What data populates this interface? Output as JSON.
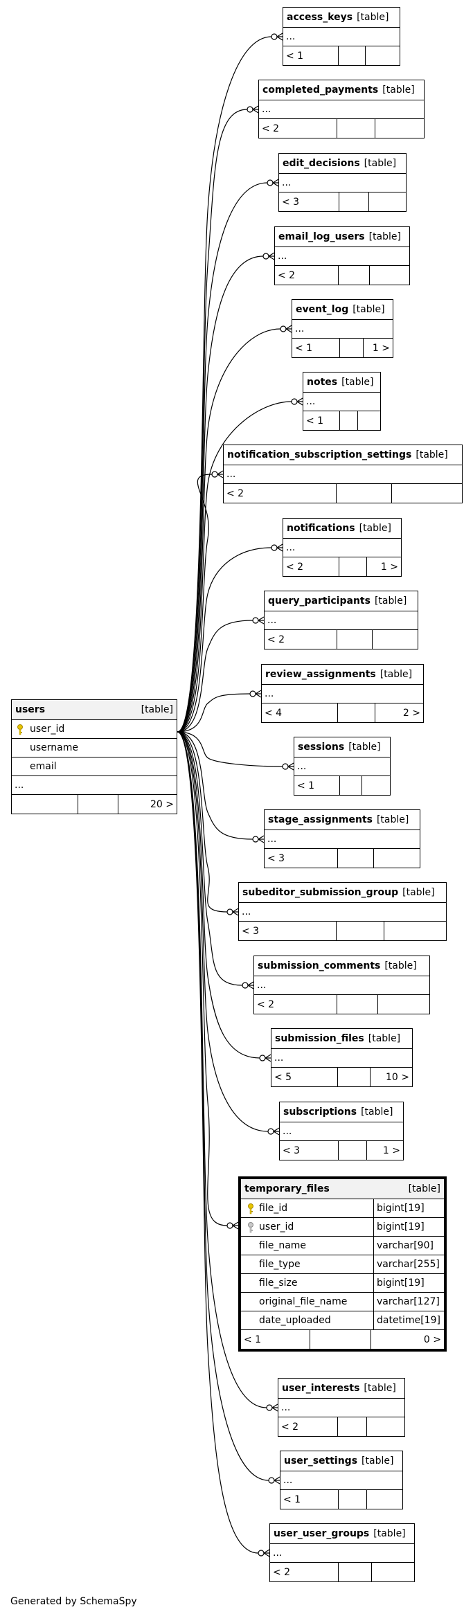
{
  "footer_text": "Generated by SchemaSpy",
  "users": {
    "name": "users",
    "kind": "[table]",
    "columns": [
      "user_id",
      "username",
      "email"
    ],
    "ellipsis": "...",
    "parents": "",
    "children": "20 >"
  },
  "temporary_files": {
    "name": "temporary_files",
    "kind": "[table]",
    "columns": [
      {
        "name": "file_id",
        "type": "bigint[19]",
        "key": "primary"
      },
      {
        "name": "user_id",
        "type": "bigint[19]",
        "key": "foreign"
      },
      {
        "name": "file_name",
        "type": "varchar[90]",
        "key": ""
      },
      {
        "name": "file_type",
        "type": "varchar[255]",
        "key": ""
      },
      {
        "name": "file_size",
        "type": "bigint[19]",
        "key": ""
      },
      {
        "name": "original_file_name",
        "type": "varchar[127]",
        "key": ""
      },
      {
        "name": "date_uploaded",
        "type": "datetime[19]",
        "key": ""
      }
    ],
    "parents": "< 1",
    "children": "0 >"
  },
  "tables": [
    {
      "name": "access_keys",
      "kind": "[table]",
      "ellipsis": "...",
      "parents": "< 1",
      "children": ""
    },
    {
      "name": "completed_payments",
      "kind": "[table]",
      "ellipsis": "...",
      "parents": "< 2",
      "children": ""
    },
    {
      "name": "edit_decisions",
      "kind": "[table]",
      "ellipsis": "...",
      "parents": "< 3",
      "children": ""
    },
    {
      "name": "email_log_users",
      "kind": "[table]",
      "ellipsis": "...",
      "parents": "< 2",
      "children": ""
    },
    {
      "name": "event_log",
      "kind": "[table]",
      "ellipsis": "...",
      "parents": "< 1",
      "children": "1 >"
    },
    {
      "name": "notes",
      "kind": "[table]",
      "ellipsis": "...",
      "parents": "< 1",
      "children": ""
    },
    {
      "name": "notification_subscription_settings",
      "kind": "[table]",
      "ellipsis": "...",
      "parents": "< 2",
      "children": ""
    },
    {
      "name": "notifications",
      "kind": "[table]",
      "ellipsis": "...",
      "parents": "< 2",
      "children": "1 >"
    },
    {
      "name": "query_participants",
      "kind": "[table]",
      "ellipsis": "...",
      "parents": "< 2",
      "children": ""
    },
    {
      "name": "review_assignments",
      "kind": "[table]",
      "ellipsis": "...",
      "parents": "< 4",
      "children": "2 >"
    },
    {
      "name": "sessions",
      "kind": "[table]",
      "ellipsis": "...",
      "parents": "< 1",
      "children": ""
    },
    {
      "name": "stage_assignments",
      "kind": "[table]",
      "ellipsis": "...",
      "parents": "< 3",
      "children": ""
    },
    {
      "name": "subeditor_submission_group",
      "kind": "[table]",
      "ellipsis": "...",
      "parents": "< 3",
      "children": ""
    },
    {
      "name": "submission_comments",
      "kind": "[table]",
      "ellipsis": "...",
      "parents": "< 2",
      "children": ""
    },
    {
      "name": "submission_files",
      "kind": "[table]",
      "ellipsis": "...",
      "parents": "< 5",
      "children": "10 >"
    },
    {
      "name": "subscriptions",
      "kind": "[table]",
      "ellipsis": "...",
      "parents": "< 3",
      "children": "1 >"
    },
    {
      "name": "user_interests",
      "kind": "[table]",
      "ellipsis": "...",
      "parents": "< 2",
      "children": ""
    },
    {
      "name": "user_settings",
      "kind": "[table]",
      "ellipsis": "...",
      "parents": "< 1",
      "children": ""
    },
    {
      "name": "user_user_groups",
      "kind": "[table]",
      "ellipsis": "...",
      "parents": "< 2",
      "children": ""
    }
  ]
}
